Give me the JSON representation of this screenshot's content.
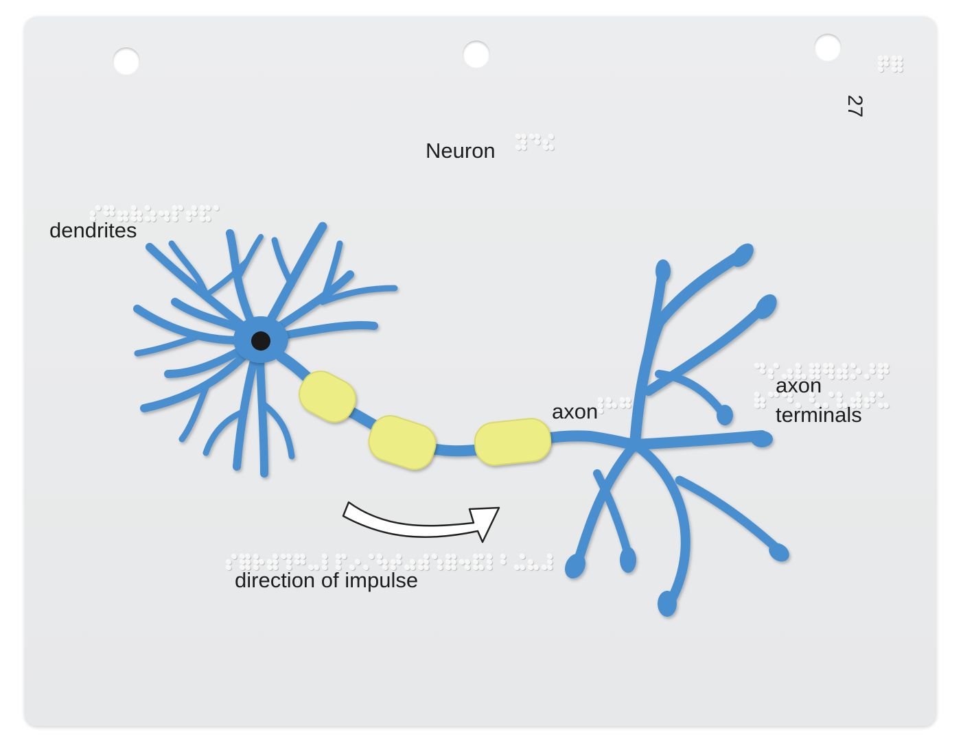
{
  "diagram": {
    "title": "Neuron",
    "page_number": "27",
    "labels": {
      "dendrites": "dendrites",
      "axon": "axon",
      "axon_terminals_line1": "axon",
      "axon_terminals_line2": "terminals",
      "direction": "direction of impulse"
    },
    "colors": {
      "card": "#e9eaeb",
      "neuron": "#4a8fcf",
      "neuron_highlight": "#6aaae0",
      "myelin": "#eded86",
      "myelin_edge": "#d9d96a",
      "nucleus": "#1a1a1a",
      "text": "#1d1d1d"
    },
    "icons": {
      "direction_arrow": "curved-arrow-right-icon",
      "binder_holes": "hole-icon"
    }
  }
}
